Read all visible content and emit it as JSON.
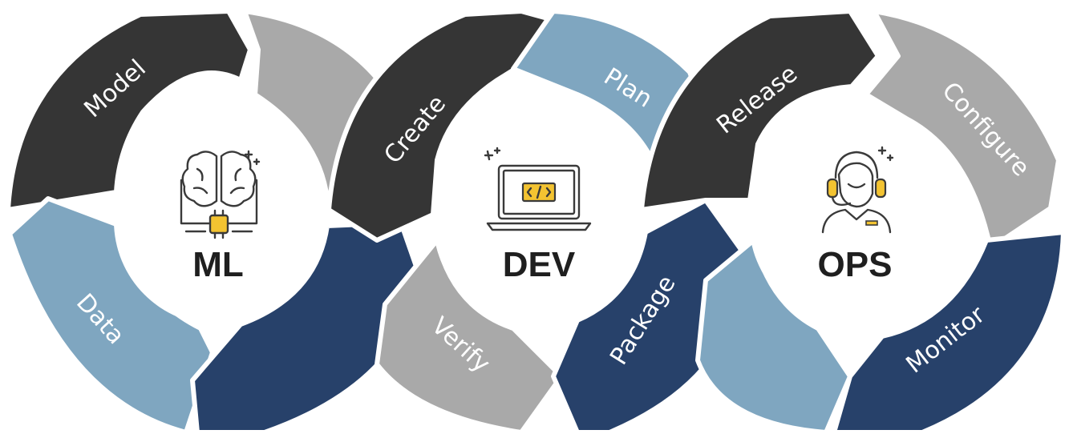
{
  "colors": {
    "dark": "#353535",
    "gray": "#a9a9a9",
    "light_blue": "#7fa6c0",
    "navy": "#27416a",
    "accent_yellow": "#f3c331",
    "hub_fill": "#ffffff",
    "label_text": "#ffffff",
    "title_text": "#1f1f1f"
  },
  "hubs": [
    {
      "id": "ml",
      "title": "ML",
      "icon": "brain-chip-icon"
    },
    {
      "id": "dev",
      "title": "DEV",
      "icon": "laptop-code-icon"
    },
    {
      "id": "ops",
      "title": "OPS",
      "icon": "support-agent-icon"
    }
  ],
  "segments": [
    {
      "id": "model",
      "label": "Model",
      "color": "dark"
    },
    {
      "id": "ml-gray",
      "label": "",
      "color": "gray"
    },
    {
      "id": "data",
      "label": "Data",
      "color": "light_blue"
    },
    {
      "id": "ml-navy",
      "label": "",
      "color": "navy"
    },
    {
      "id": "create",
      "label": "Create",
      "color": "dark"
    },
    {
      "id": "plan",
      "label": "Plan",
      "color": "light_blue"
    },
    {
      "id": "verify",
      "label": "Verify",
      "color": "gray"
    },
    {
      "id": "package",
      "label": "Package",
      "color": "navy"
    },
    {
      "id": "release",
      "label": "Release",
      "color": "dark"
    },
    {
      "id": "configure",
      "label": "Configure",
      "color": "gray"
    },
    {
      "id": "ops-light",
      "label": "",
      "color": "light_blue"
    },
    {
      "id": "monitor",
      "label": "Monitor",
      "color": "navy"
    }
  ]
}
